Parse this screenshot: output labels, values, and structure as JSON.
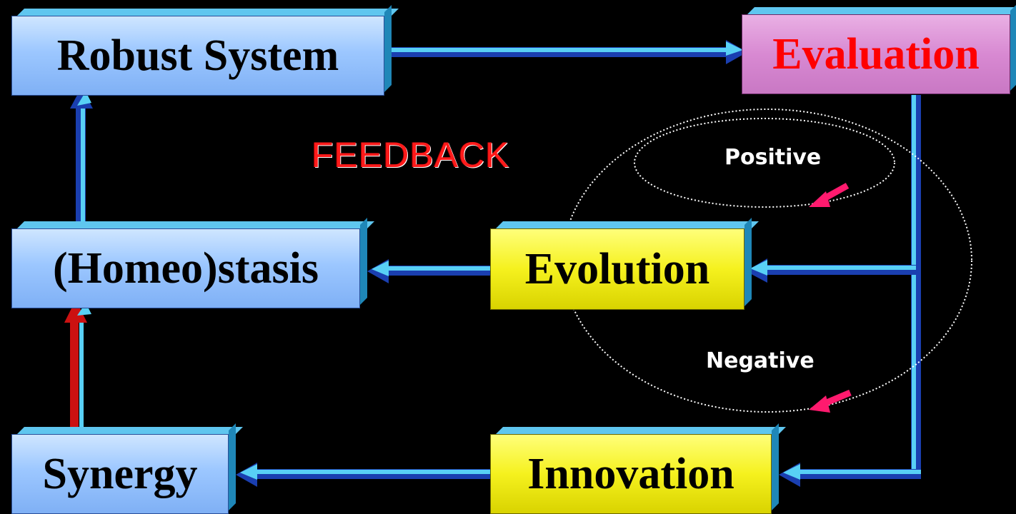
{
  "nodes": {
    "robust_system": "Robust System",
    "evaluation": "Evaluation",
    "homeostasis": "(Homeo)stasis",
    "evolution": "Evolution",
    "synergy": "Synergy",
    "innovation": "Innovation"
  },
  "feedback": {
    "title": "FEEDBACK",
    "positive": "Positive",
    "negative": "Negative"
  },
  "colors": {
    "background": "#000000",
    "blue_box": "#9cc7ff",
    "pink_box": "#d889d2",
    "yellow_box": "#f5f11e",
    "connector": "#4fc8f0",
    "evaluation_text": "#ff0000",
    "feedback_text": "#ff1a1a",
    "feedback_arrow": "#ff1a6e",
    "synergy_arrow": "#cc1111"
  }
}
